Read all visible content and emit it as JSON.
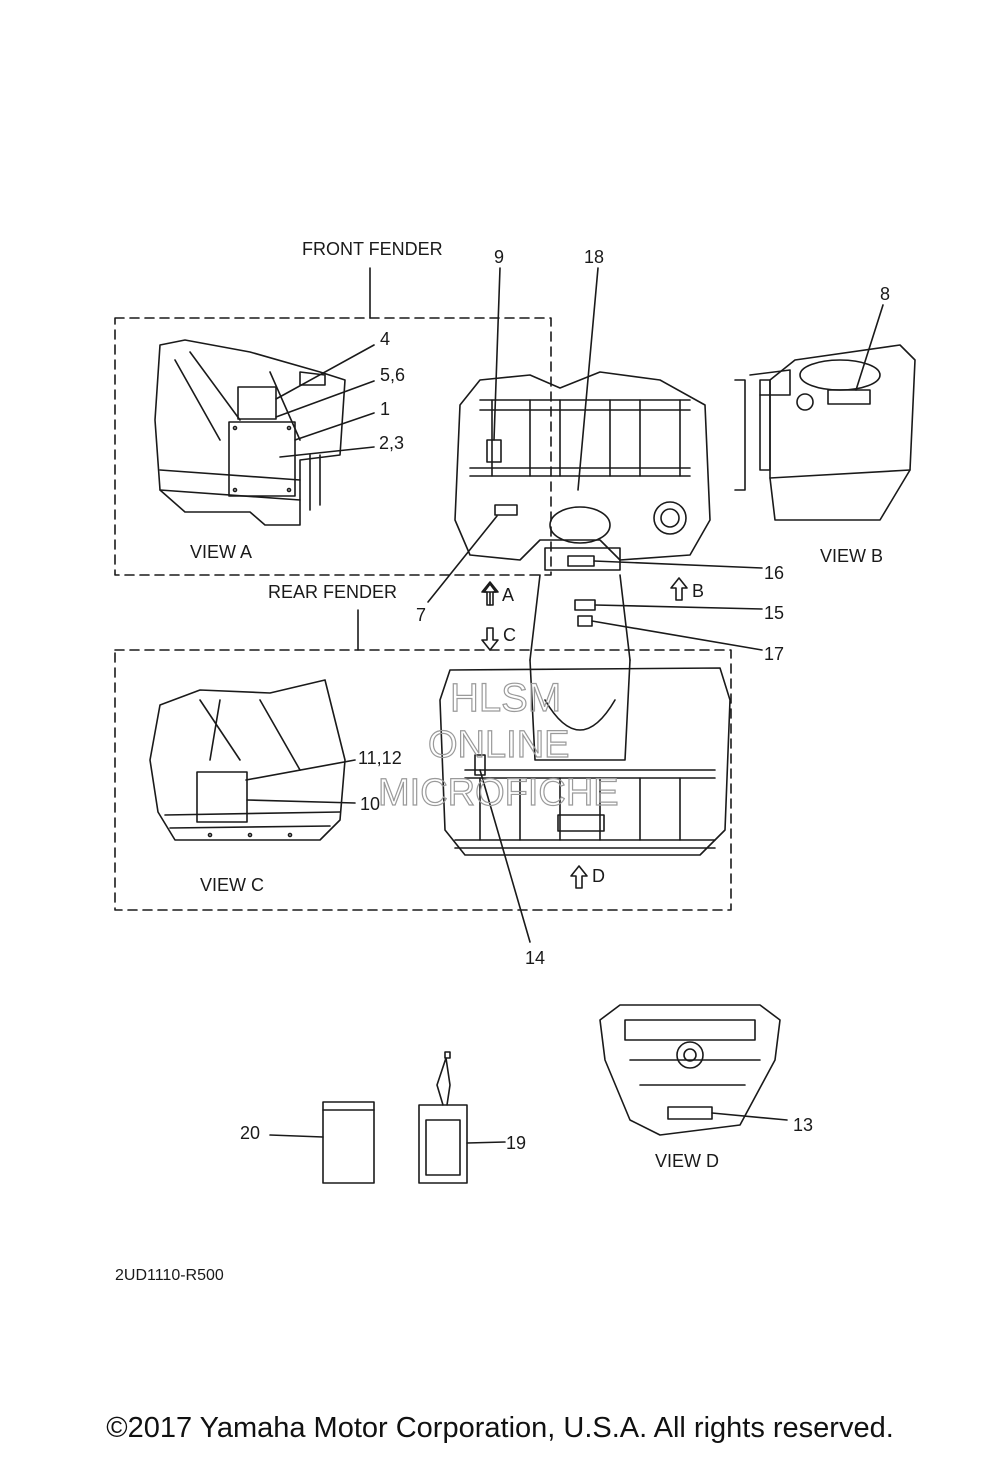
{
  "labels": {
    "front_fender": "FRONT  FENDER",
    "rear_fender": "REAR  FENDER",
    "view_a": "VIEW A",
    "view_b": "VIEW B",
    "view_c": "VIEW C",
    "view_d": "VIEW D",
    "arrow_a": "A",
    "arrow_b": "B",
    "arrow_c": "C",
    "arrow_d": "D"
  },
  "callouts": {
    "c1": "1",
    "c2_3": "2,3",
    "c4": "4",
    "c5_6": "5,6",
    "c7": "7",
    "c8": "8",
    "c9": "9",
    "c10": "10",
    "c11_12": "11,12",
    "c13": "13",
    "c14": "14",
    "c15": "15",
    "c16": "16",
    "c17": "17",
    "c18": "18",
    "c19": "19",
    "c20": "20"
  },
  "watermark": {
    "line1": "HLSM",
    "line2": "ONLINE",
    "line3": "MICROFICHE"
  },
  "part_code": "2UD1110-R500",
  "copyright": "©2017 Yamaha Motor Corporation, U.S.A. All rights reserved.",
  "colors": {
    "ink": "#1a1a1a",
    "watermark": "#9a9a9a"
  }
}
